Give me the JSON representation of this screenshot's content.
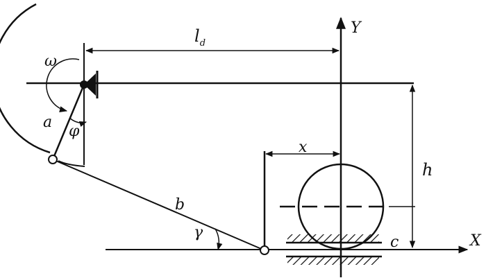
{
  "labels": {
    "ld_main": "l",
    "ld_sub": "d",
    "y_axis": "Y",
    "x_axis": "X",
    "omega": "ω",
    "a": "a",
    "phi": "φ",
    "x": "x",
    "h": "h",
    "b": "b",
    "gamma": "γ",
    "c": "c"
  },
  "colors": {
    "ink": "#111111",
    "paper": "#ffffff"
  }
}
